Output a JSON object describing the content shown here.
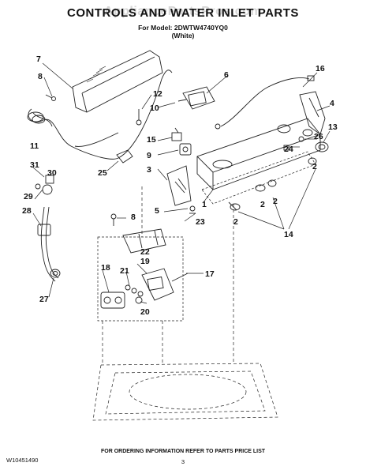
{
  "header": {
    "watermark": "AppliancePartsPros.com",
    "title": "CONTROLS AND WATER INLET PARTS",
    "model_line": "For Model: 2DWTW4740YQ0",
    "color_line": "(White)"
  },
  "callouts": {
    "c1": "1",
    "c2a": "2",
    "c2b": "2",
    "c2c": "2",
    "c2d": "2",
    "c3": "3",
    "c4": "4",
    "c5": "5",
    "c6": "6",
    "c7": "7",
    "c8a": "8",
    "c8b": "8",
    "c9": "9",
    "c10": "10",
    "c11": "11",
    "c12": "12",
    "c13": "13",
    "c14": "14",
    "c15": "15",
    "c16": "16",
    "c17": "17",
    "c18": "18",
    "c19": "19",
    "c20": "20",
    "c21": "21",
    "c22": "22",
    "c23": "23",
    "c24": "24",
    "c25": "25",
    "c26": "26",
    "c27": "27",
    "c28": "28",
    "c29": "29",
    "c30": "30",
    "c31": "31"
  },
  "footer": {
    "doc_code": "W10451490",
    "note": "FOR ORDERING INFORMATION REFER TO PARTS PRICE LIST",
    "page": "3"
  }
}
